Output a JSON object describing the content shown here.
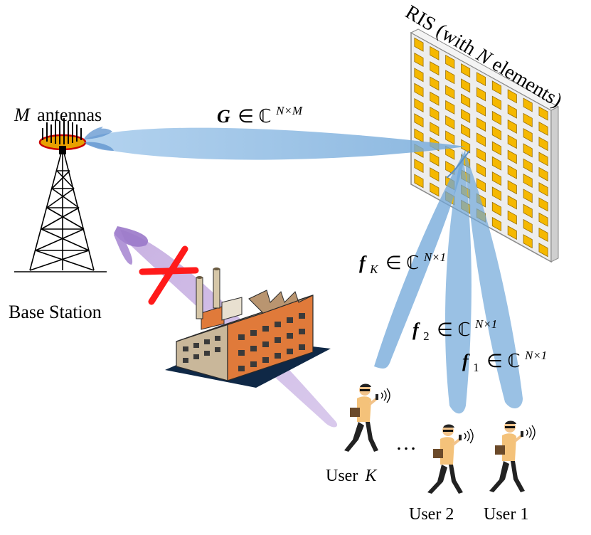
{
  "labels": {
    "ris": "RIS (with N elements)",
    "antennas_var": "M",
    "antennas_word": "antennas",
    "base_station": "Base Station",
    "channel_g": "G ∈ ℂ",
    "channel_g_sup": "N×M",
    "channel_fk": "f",
    "channel_fk_sub": "K",
    "channel_fk_rest": "∈ ℂ",
    "channel_fk_sup": "N×1",
    "channel_f2": "f",
    "channel_f2_sub": "2",
    "channel_f2_rest": "∈ ℂ",
    "channel_f2_sup": "N×1",
    "channel_f1": "f",
    "channel_f1_sub": "1",
    "channel_f1_rest": "∈ ℂ",
    "channel_f1_sup": "N×1",
    "user_k_word": "User",
    "user_k_var": "K",
    "user_2": "User 2",
    "user_1": "User 1",
    "ellipsis": "…"
  },
  "colors": {
    "beam_blue": "#7fb3e0",
    "beam_purple": "#b79ad8",
    "ris_panel": "#e8e8e8",
    "ris_element": "#f5b800",
    "blocked_cross": "#ff1a1a",
    "factory_wall": "#c9b79a",
    "factory_orange": "#e07a3a"
  }
}
